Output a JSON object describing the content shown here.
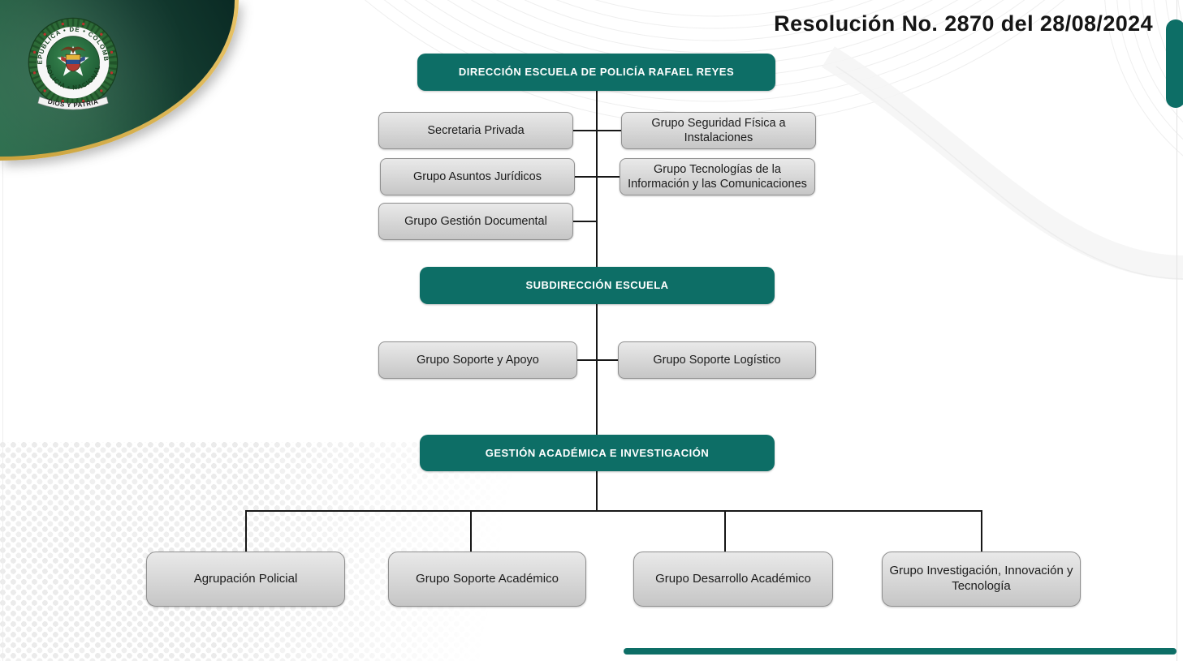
{
  "document": {
    "title": "Resolución No. 2870 del 28/08/2024"
  },
  "badge": {
    "ring_top": "REPUBLICA • DE • COLOMBIA",
    "ring_bottom": "POLICIA • NACIONAL",
    "scroll": "DIOS Y PATRIA"
  },
  "colors": {
    "teal_accent": "#0d6e66",
    "corner_green_light": "#2f7050",
    "corner_green_dark": "#0a2a24",
    "gold_trim": "#caa23c",
    "node_gray": "#d6d6d6",
    "connector": "#171717"
  },
  "org_chart": {
    "levels": [
      {
        "id": "direccion",
        "label": "DIRECCIÓN ESCUELA DE POLICÍA RAFAEL REYES"
      },
      {
        "id": "subdireccion",
        "label": "SUBDIRECCIÓN ESCUELA"
      },
      {
        "id": "gestion",
        "label": "GESTIÓN ACADÉMICA E INVESTIGACIÓN"
      }
    ],
    "direccion_left": [
      "Secretaria Privada",
      "Grupo Asuntos Jurídicos",
      "Grupo Gestión Documental"
    ],
    "direccion_right": [
      "Grupo Seguridad Física a Instalaciones",
      "Grupo Tecnologías de la Información y las Comunicaciones"
    ],
    "subdireccion_left": [
      "Grupo Soporte y Apoyo"
    ],
    "subdireccion_right": [
      "Grupo Soporte Logístico"
    ],
    "gestion_children": [
      "Agrupación Policial",
      "Grupo Soporte Académico",
      "Grupo Desarrollo Académico",
      "Grupo Investigación, Innovación y Tecnología"
    ]
  }
}
